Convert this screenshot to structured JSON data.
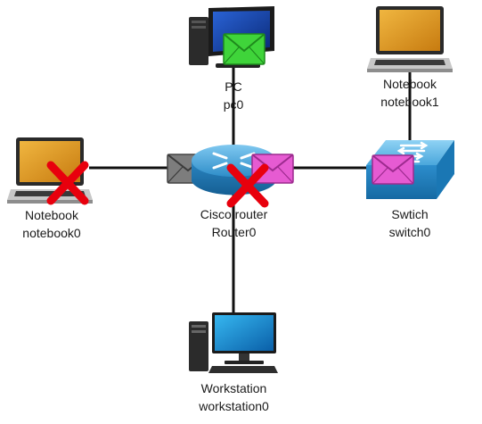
{
  "nodes": [
    {
      "id": "pc0",
      "type": "PC",
      "name": "pc0",
      "icon": "desktop-pc-icon"
    },
    {
      "id": "notebook1",
      "type": "Notebook",
      "name": "notebook1",
      "icon": "laptop-icon"
    },
    {
      "id": "notebook0",
      "type": "Notebook",
      "name": "notebook0",
      "icon": "laptop-icon",
      "status": "failed"
    },
    {
      "id": "router0",
      "type": "Cisco router",
      "name": "Router0",
      "icon": "router-icon",
      "status": "failed"
    },
    {
      "id": "switch0",
      "type": "Swtich",
      "name": "switch0",
      "icon": "switch-icon"
    },
    {
      "id": "workstation0",
      "type": "Workstation",
      "name": "workstation0",
      "icon": "workstation-icon"
    }
  ],
  "links": [
    {
      "from": "router0",
      "to": "pc0"
    },
    {
      "from": "router0",
      "to": "notebook0"
    },
    {
      "from": "router0",
      "to": "switch0"
    },
    {
      "from": "router0",
      "to": "workstation0"
    },
    {
      "from": "switch0",
      "to": "notebook1"
    }
  ],
  "messages": [
    {
      "color": "green",
      "hex": "#36d33a",
      "at": "pc0"
    },
    {
      "color": "gray",
      "hex": "#7a7a7a",
      "at": "router0-notebook0 link"
    },
    {
      "color": "pink",
      "hex": "#e24fcf",
      "at": "router0"
    },
    {
      "color": "pink",
      "hex": "#e24fcf",
      "at": "switch0"
    }
  ],
  "colors": {
    "link": "#111111",
    "failure_mark": "#e8000d"
  }
}
